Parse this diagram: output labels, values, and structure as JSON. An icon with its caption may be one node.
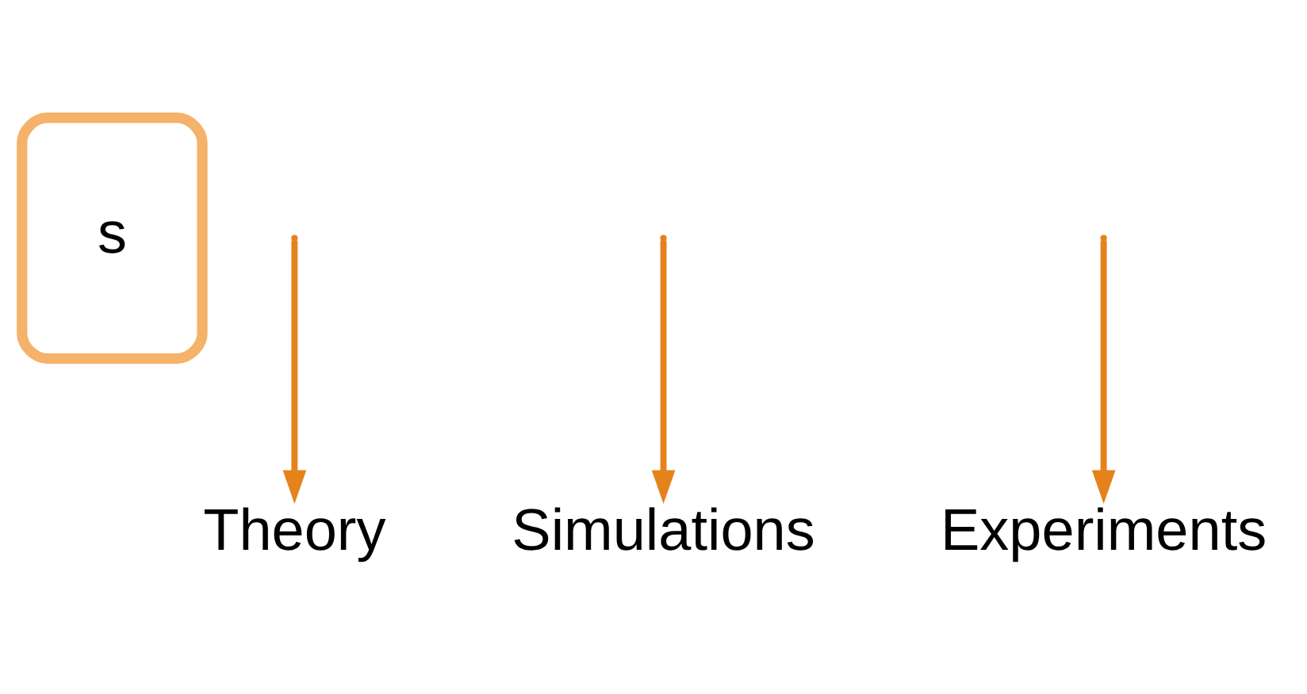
{
  "diagram": {
    "nodes": [
      {
        "text": [
          "s"
        ]
      },
      {
        "text": [
          "Theory"
        ]
      },
      {
        "text": [
          "Simulations"
        ]
      },
      {
        "text": [
          "Experiments"
        ]
      }
    ],
    "edges": [
      {
        "from": null,
        "to": 1,
        "arrow": "to"
      },
      {
        "from": null,
        "to": 2,
        "arrow": "to"
      },
      {
        "from": null,
        "to": 3,
        "arrow": "to"
      }
    ]
  }
}
